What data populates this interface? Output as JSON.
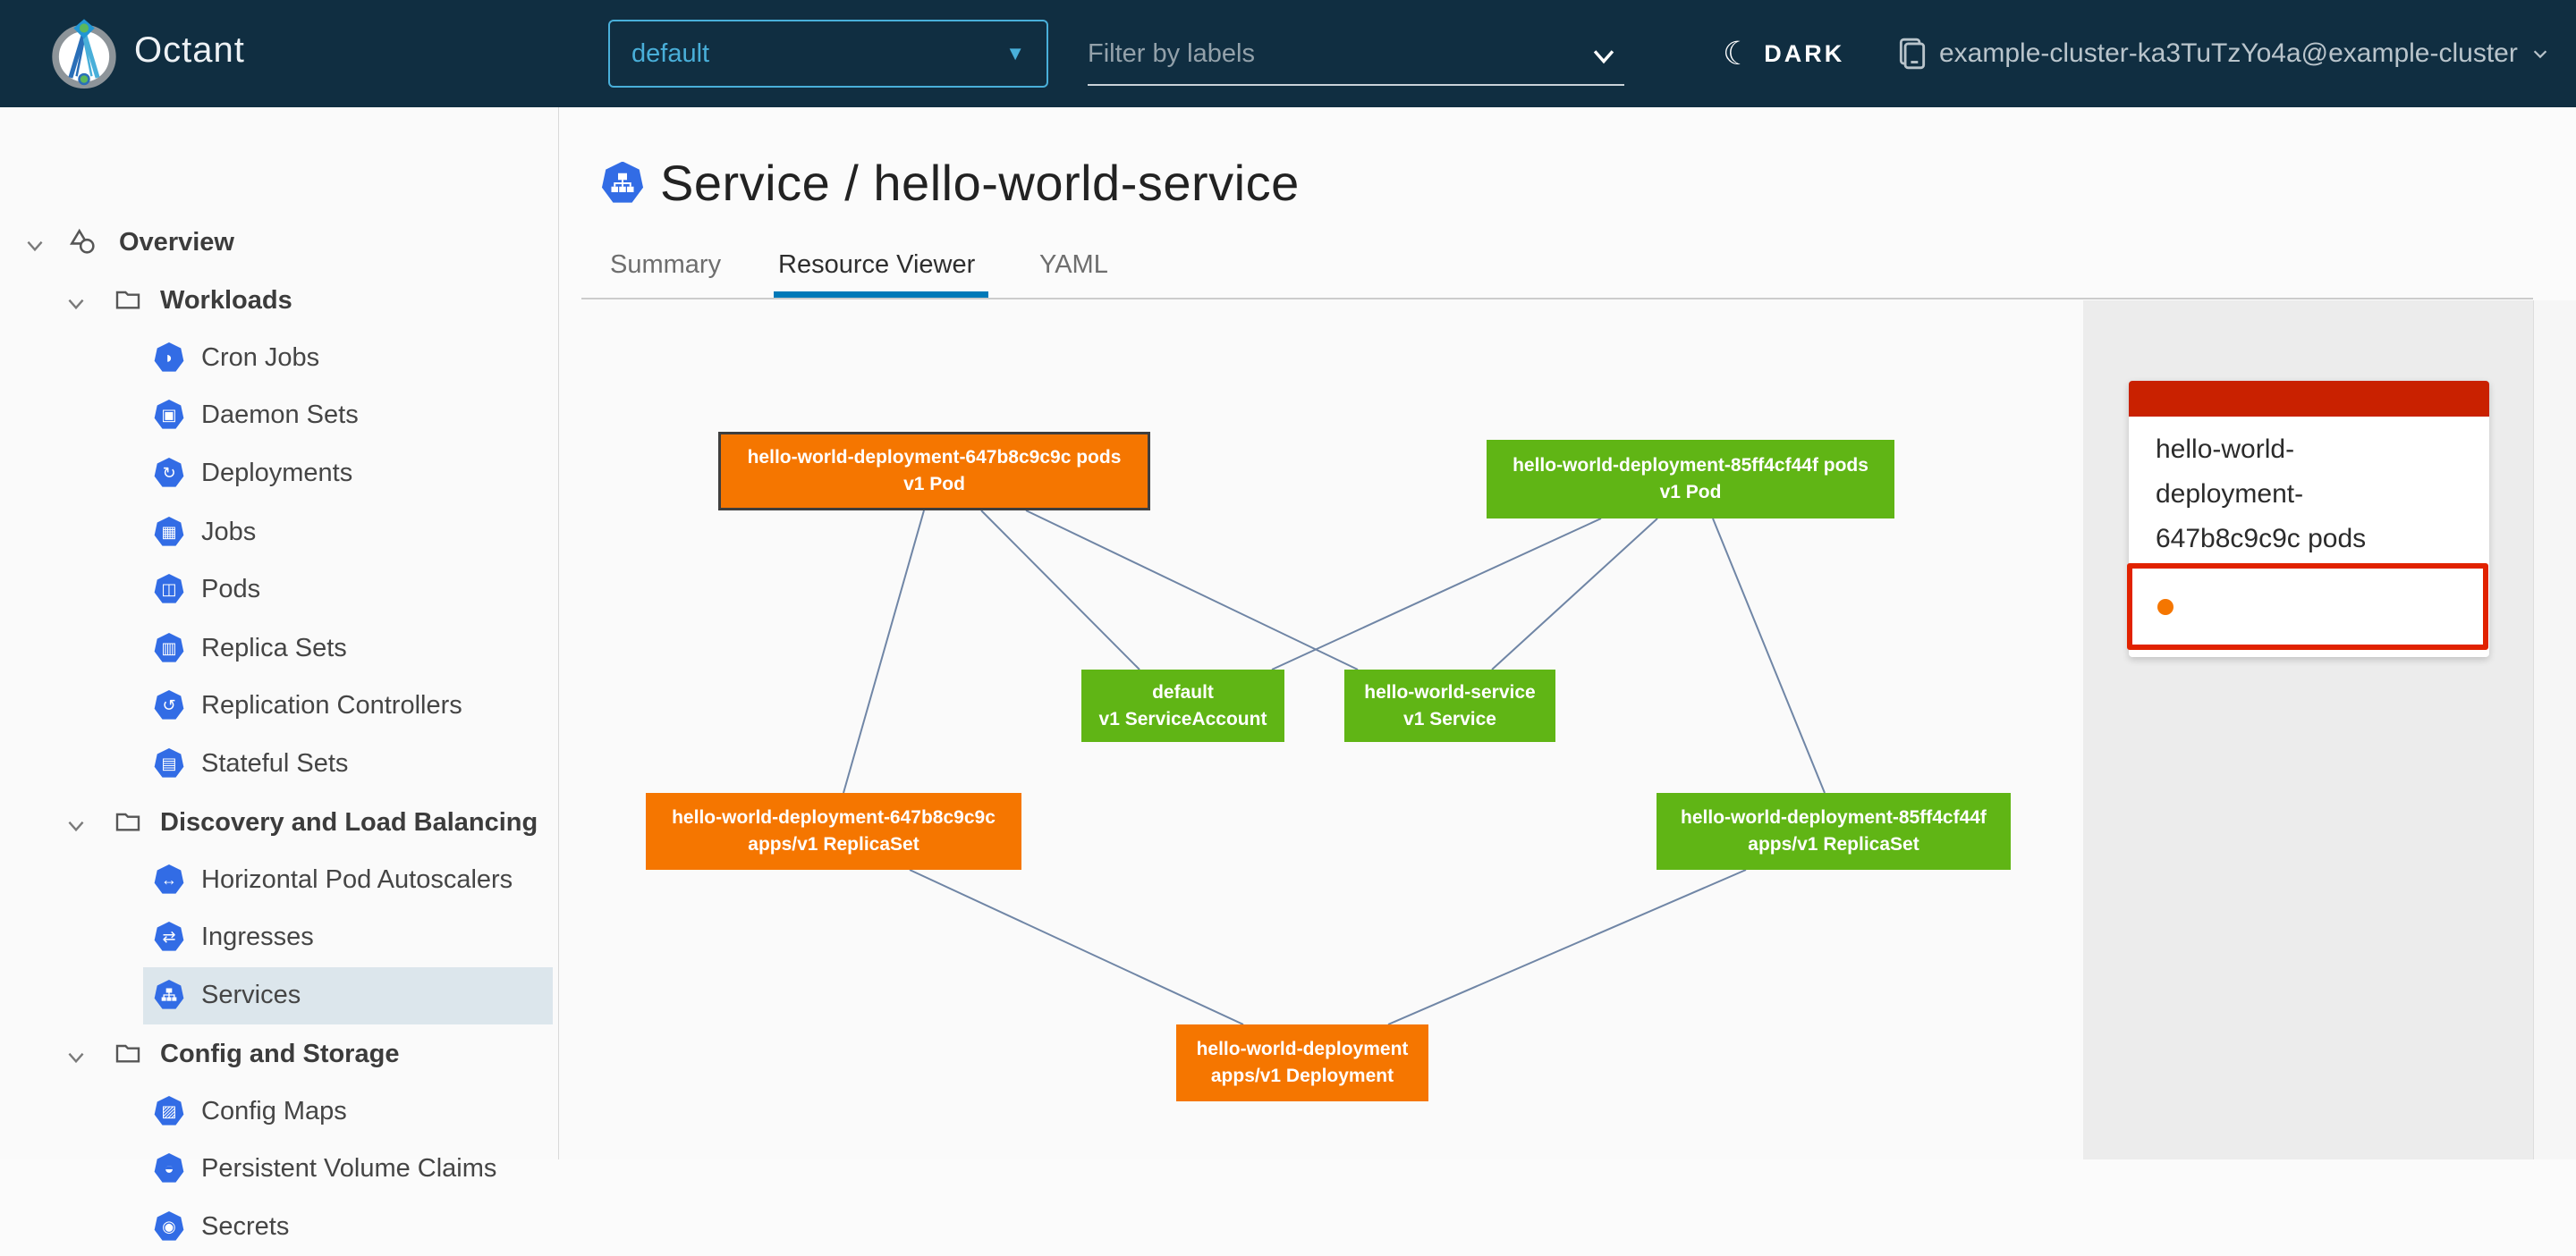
{
  "header": {
    "app_title": "Octant",
    "namespace_dropdown": {
      "value": "default",
      "icon": "caret-down-icon"
    },
    "filter": {
      "placeholder": "Filter by labels",
      "icon": "chevron-down-icon"
    },
    "theme_toggle": {
      "label": "DARK",
      "icon": "moon-icon"
    },
    "cluster_context": {
      "label": "example-cluster-ka3TuTzYo4a@example-cluster",
      "icon": "cluster-icon"
    }
  },
  "sidebar": {
    "items": [
      {
        "label": "Overview",
        "level": 0,
        "icon": "objects-icon",
        "expanded": true
      },
      {
        "label": "Workloads",
        "level": 1,
        "icon": "folder-icon",
        "expanded": true
      },
      {
        "label": "Cron Jobs",
        "level": 2,
        "icon": "k8s-cronjob-icon"
      },
      {
        "label": "Daemon Sets",
        "level": 2,
        "icon": "k8s-daemonset-icon"
      },
      {
        "label": "Deployments",
        "level": 2,
        "icon": "k8s-deployment-icon"
      },
      {
        "label": "Jobs",
        "level": 2,
        "icon": "k8s-job-icon"
      },
      {
        "label": "Pods",
        "level": 2,
        "icon": "k8s-pod-icon"
      },
      {
        "label": "Replica Sets",
        "level": 2,
        "icon": "k8s-replicaset-icon"
      },
      {
        "label": "Replication Controllers",
        "level": 2,
        "icon": "k8s-replicationcontroller-icon"
      },
      {
        "label": "Stateful Sets",
        "level": 2,
        "icon": "k8s-statefulset-icon"
      },
      {
        "label": "Discovery and Load Balancing",
        "level": 1,
        "icon": "folder-icon",
        "expanded": true
      },
      {
        "label": "Horizontal Pod Autoscalers",
        "level": 2,
        "icon": "k8s-hpa-icon"
      },
      {
        "label": "Ingresses",
        "level": 2,
        "icon": "k8s-ingress-icon"
      },
      {
        "label": "Services",
        "level": 2,
        "icon": "k8s-service-icon",
        "selected": true
      },
      {
        "label": "Config and Storage",
        "level": 1,
        "icon": "folder-icon",
        "expanded": true
      },
      {
        "label": "Config Maps",
        "level": 2,
        "icon": "k8s-configmap-icon"
      },
      {
        "label": "Persistent Volume Claims",
        "level": 2,
        "icon": "k8s-pvc-icon"
      },
      {
        "label": "Secrets",
        "level": 2,
        "icon": "k8s-secret-icon"
      }
    ]
  },
  "main": {
    "page_title": "Service / hello-world-service",
    "tabs": [
      {
        "label": "Summary",
        "active": false
      },
      {
        "label": "Resource Viewer",
        "active": true
      },
      {
        "label": "YAML",
        "active": false
      }
    ]
  },
  "graph": {
    "nodes": [
      {
        "id": "pod-647",
        "line1": "hello-world-deployment-647b8c9c9c pods",
        "line2": "v1 Pod",
        "color": "#f57600",
        "selected": true
      },
      {
        "id": "pod-85",
        "line1": "hello-world-deployment-85ff4cf44f pods",
        "line2": "v1 Pod",
        "color": "#60b515",
        "selected": false
      },
      {
        "id": "serviceaccount",
        "line1": "default",
        "line2": "v1 ServiceAccount",
        "color": "#60b515",
        "selected": false
      },
      {
        "id": "service",
        "line1": "hello-world-service",
        "line2": "v1 Service",
        "color": "#60b515",
        "selected": false
      },
      {
        "id": "replicaset-647",
        "line1": "hello-world-deployment-647b8c9c9c",
        "line2": "apps/v1 ReplicaSet",
        "color": "#f57600",
        "selected": false
      },
      {
        "id": "replicaset-85",
        "line1": "hello-world-deployment-85ff4cf44f",
        "line2": "apps/v1 ReplicaSet",
        "color": "#60b515",
        "selected": false
      },
      {
        "id": "deployment",
        "line1": "hello-world-deployment",
        "line2": "apps/v1 Deployment",
        "color": "#f57600",
        "selected": false
      }
    ],
    "edges": [
      {
        "from": "pod-647",
        "to": "serviceaccount"
      },
      {
        "from": "pod-647",
        "to": "service"
      },
      {
        "from": "pod-647",
        "to": "replicaset-647"
      },
      {
        "from": "pod-85",
        "to": "serviceaccount"
      },
      {
        "from": "pod-85",
        "to": "service"
      },
      {
        "from": "pod-85",
        "to": "replicaset-85"
      },
      {
        "from": "replicaset-647",
        "to": "deployment"
      },
      {
        "from": "replicaset-85",
        "to": "deployment"
      }
    ]
  },
  "detail_panel": {
    "title": "hello-world-deployment-647b8c9c9c pods",
    "header_color": "#c92100",
    "highlight_border_color": "#e12200",
    "status_dot_color": "#f57600"
  },
  "colors": {
    "header_bg": "#102e41",
    "accent_blue": "#49afd9",
    "k8s_icon_blue": "#326ce5",
    "node_orange": "#f57600",
    "node_green": "#60b515",
    "edge": "#61799c",
    "tab_active_underline": "#0079b8",
    "sidebar_selected_bg": "#dce6ec"
  }
}
